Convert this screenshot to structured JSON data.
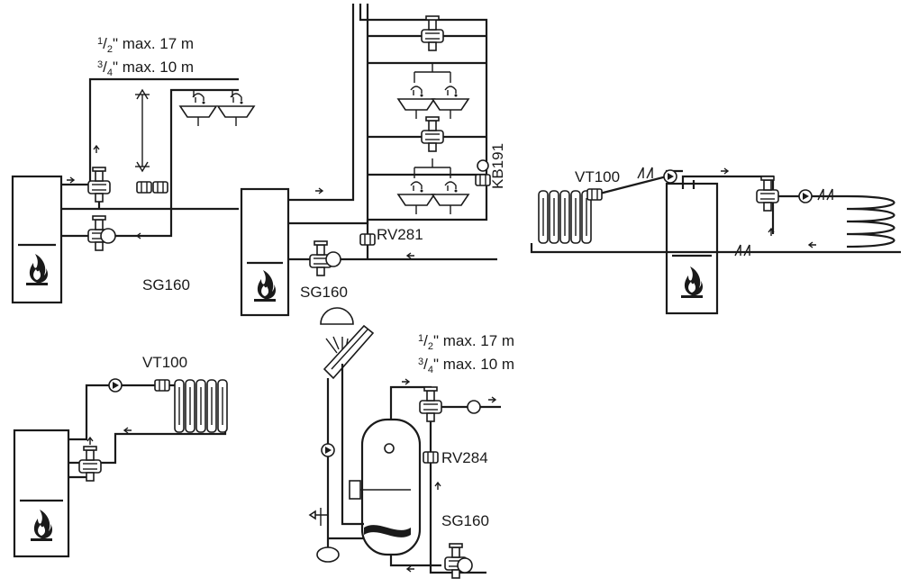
{
  "colors": {
    "line": "#1a1a1a",
    "background": "#ffffff"
  },
  "labels": {
    "sg160_top_left": "SG160",
    "sg160_top_mid": "SG160",
    "rv281": "RV281",
    "kb191": "KB191",
    "vt100_right": "VT100",
    "vt100_bottom_left": "VT100",
    "rv284": "RV284",
    "sg160_bottom": "SG160"
  },
  "pipe_notes_top": {
    "half_num": "1",
    "half_den": "2",
    "half_rest": "\" max. 17 m",
    "threequarter_num": "3",
    "threequarter_den": "4",
    "threequarter_rest": "\" max. 10 m"
  },
  "pipe_notes_bottom": {
    "half_num": "1",
    "half_den": "2",
    "half_rest": "\" max. 17 m",
    "threequarter_num": "3",
    "threequarter_den": "4",
    "threequarter_rest": "\" max. 10 m"
  },
  "icons": [
    "flame-icon",
    "mixing-valve-icon",
    "pump-icon",
    "radiator-icon",
    "sink-icon",
    "solar-collector-icon",
    "floor-heating-coil-icon",
    "check-valve-icon",
    "thermometer-icon"
  ]
}
